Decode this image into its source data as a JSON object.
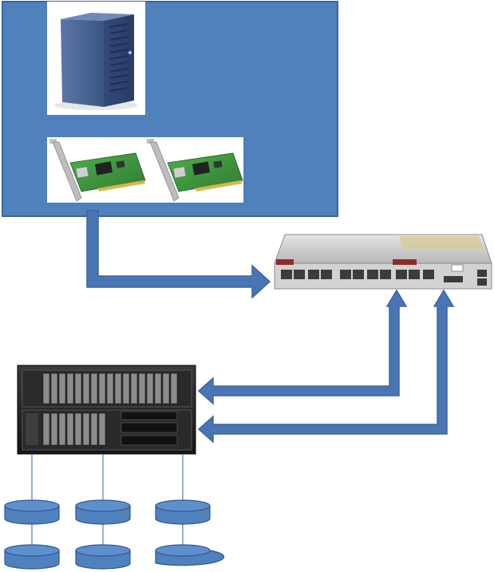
{
  "colors": {
    "host_fill": "#4f81bd",
    "host_stroke": "#3a65a0",
    "arrow_fill": "#4a75b5",
    "arrow_stroke": "#3d649d",
    "disk_fill": "#4f81bd",
    "disk_stroke": "#2f5597",
    "line": "#4f81bd"
  },
  "icons": {
    "server": "tower-server-icon",
    "nic": "network-card-icon",
    "switch": "network-switch-icon",
    "storage": "rack-storage-array-icon",
    "disk": "disk-cylinder-icon"
  },
  "diagram": {
    "host": {
      "nic_count": 2
    },
    "storage_links": 2,
    "disk_columns": 3,
    "disks_per_column": 2
  }
}
